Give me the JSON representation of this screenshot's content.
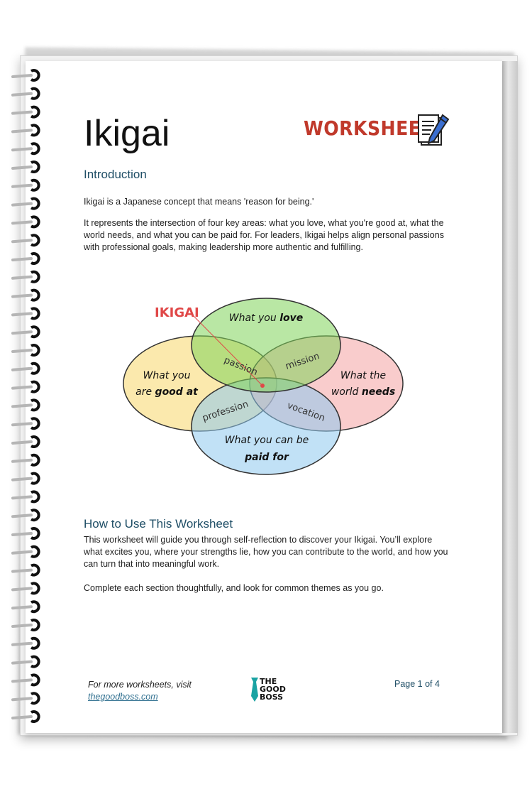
{
  "title": "Ikigai",
  "worksheet_label": "WORKSHEET",
  "introduction": {
    "heading": "Introduction",
    "para1": "Ikigai is a Japanese concept that means 'reason for being.'",
    "para2": "It represents the intersection of four key areas: what you love, what you're good at, what the world needs, and what you can be paid for. For leaders, Ikigai helps align personal passions with professional goals, making leadership more authentic and fulfilling."
  },
  "diagram": {
    "center_label": "IKIGAI",
    "love": {
      "prefix": "What you ",
      "emphasis": "love"
    },
    "good_at": {
      "line1": "What you",
      "line2_prefix": "are ",
      "line2_emphasis": "good at"
    },
    "needs": {
      "line1": "What the",
      "line2_prefix": "world ",
      "line2_emphasis": "needs"
    },
    "paid": {
      "line1": "What you can be",
      "line2_emphasis": "paid for"
    },
    "passion": "passion",
    "mission": "mission",
    "profession": "profession",
    "vocation": "vocation",
    "colors": {
      "love": "#7fd35a",
      "good_at": "#f7d76a",
      "needs": "#f4a3a3",
      "paid": "#8ec9ef",
      "ikigai_label": "#e04848"
    }
  },
  "how_to": {
    "heading": "How to Use This Worksheet",
    "para1": "This worksheet will guide you through self-reflection to discover your Ikigai. You’ll explore what excites you, where your strengths lie, how you can contribute to the world, and how you can turn that into meaningful work.",
    "para2": "Complete each section thoughtfully, and look for common themes as you go."
  },
  "footer": {
    "line1": "For more worksheets, visit",
    "link": "thegoodboss.com",
    "logo_lines": [
      "THE",
      "GOOD",
      "BOSS"
    ],
    "page": "Page 1 of 4"
  },
  "icons": [
    "spiral-binding-icon",
    "notepad-pen-icon",
    "tie-logo-icon"
  ]
}
